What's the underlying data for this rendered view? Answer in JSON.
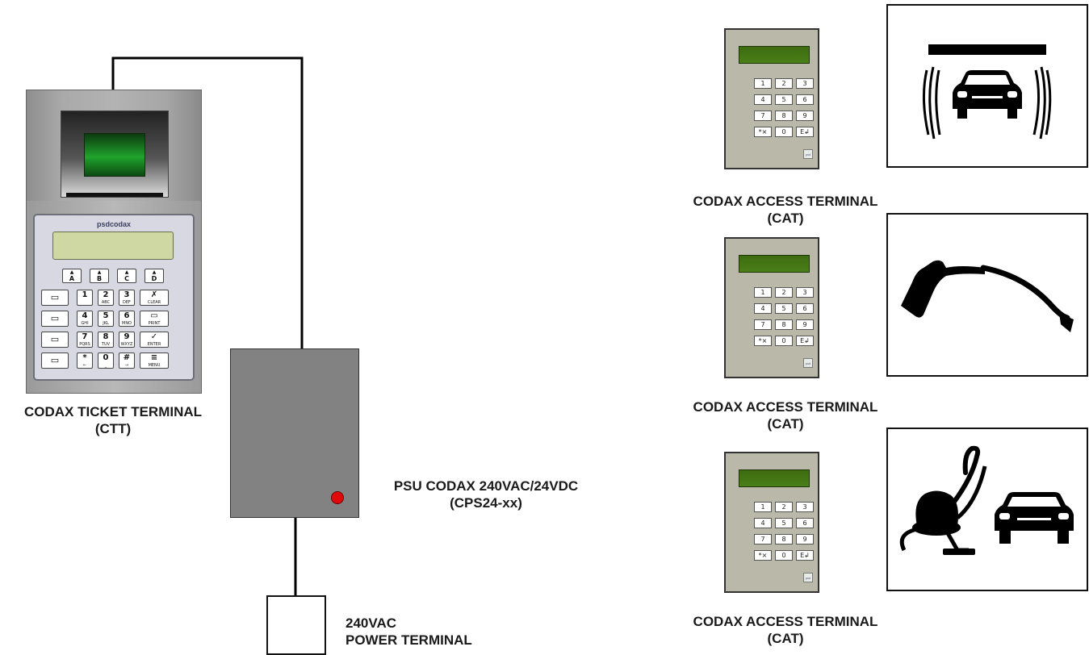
{
  "ctt": {
    "label_line1": "CODAX TICKET TERMINAL",
    "label_line2": "(CTT)",
    "brand": "psdcodax",
    "keys": [
      {
        "main": "▲",
        "sub": "A"
      },
      {
        "main": "▲",
        "sub": "B"
      },
      {
        "main": "▲",
        "sub": "C"
      },
      {
        "main": "▲",
        "sub": "D"
      },
      {
        "main": "1",
        "sub": ""
      },
      {
        "main": "2",
        "sub": "ABC"
      },
      {
        "main": "3",
        "sub": "DEF"
      },
      {
        "main": "✗",
        "sub": "CLEAR"
      },
      {
        "main": "4",
        "sub": "GHI"
      },
      {
        "main": "5",
        "sub": "JKL"
      },
      {
        "main": "6",
        "sub": "MNO"
      },
      {
        "main": "▭",
        "sub": "PRINT"
      },
      {
        "main": "7",
        "sub": "PQRS"
      },
      {
        "main": "8",
        "sub": "TUV"
      },
      {
        "main": "9",
        "sub": "WXYZ"
      },
      {
        "main": "✓",
        "sub": "ENTER"
      },
      {
        "main": "*",
        "sub": "←"
      },
      {
        "main": "0",
        "sub": "_"
      },
      {
        "main": "#",
        "sub": "→"
      },
      {
        "main": "≡",
        "sub": "MENU"
      }
    ]
  },
  "psu": {
    "label_line1": "PSU CODAX 240VAC/24VDC",
    "label_line2": "(CPS24-xx)"
  },
  "power": {
    "label_line1": "240VAC",
    "label_line2": "POWER TERMINAL"
  },
  "cats": [
    {
      "label_line1": "CODAX ACCESS TERMINAL",
      "label_line2": "(CAT)",
      "icon": "car-wash-icon"
    },
    {
      "label_line1": "CODAX ACCESS TERMINAL",
      "label_line2": "(CAT)",
      "icon": "pressure-washer-gun-icon"
    },
    {
      "label_line1": "CODAX ACCESS TERMINAL",
      "label_line2": "(CAT)",
      "icon": "vacuum-and-car-icon"
    }
  ],
  "cat_keys": [
    "1",
    "2",
    "3",
    "4",
    "5",
    "6",
    "7",
    "8",
    "9",
    "*×",
    "0",
    "E↲"
  ],
  "cat_badge": "psd",
  "colors": {
    "psu": "#828282",
    "led": "#e10a0a",
    "cat_display": "#3d6c10",
    "ctt_screen": "#1fa32b"
  }
}
